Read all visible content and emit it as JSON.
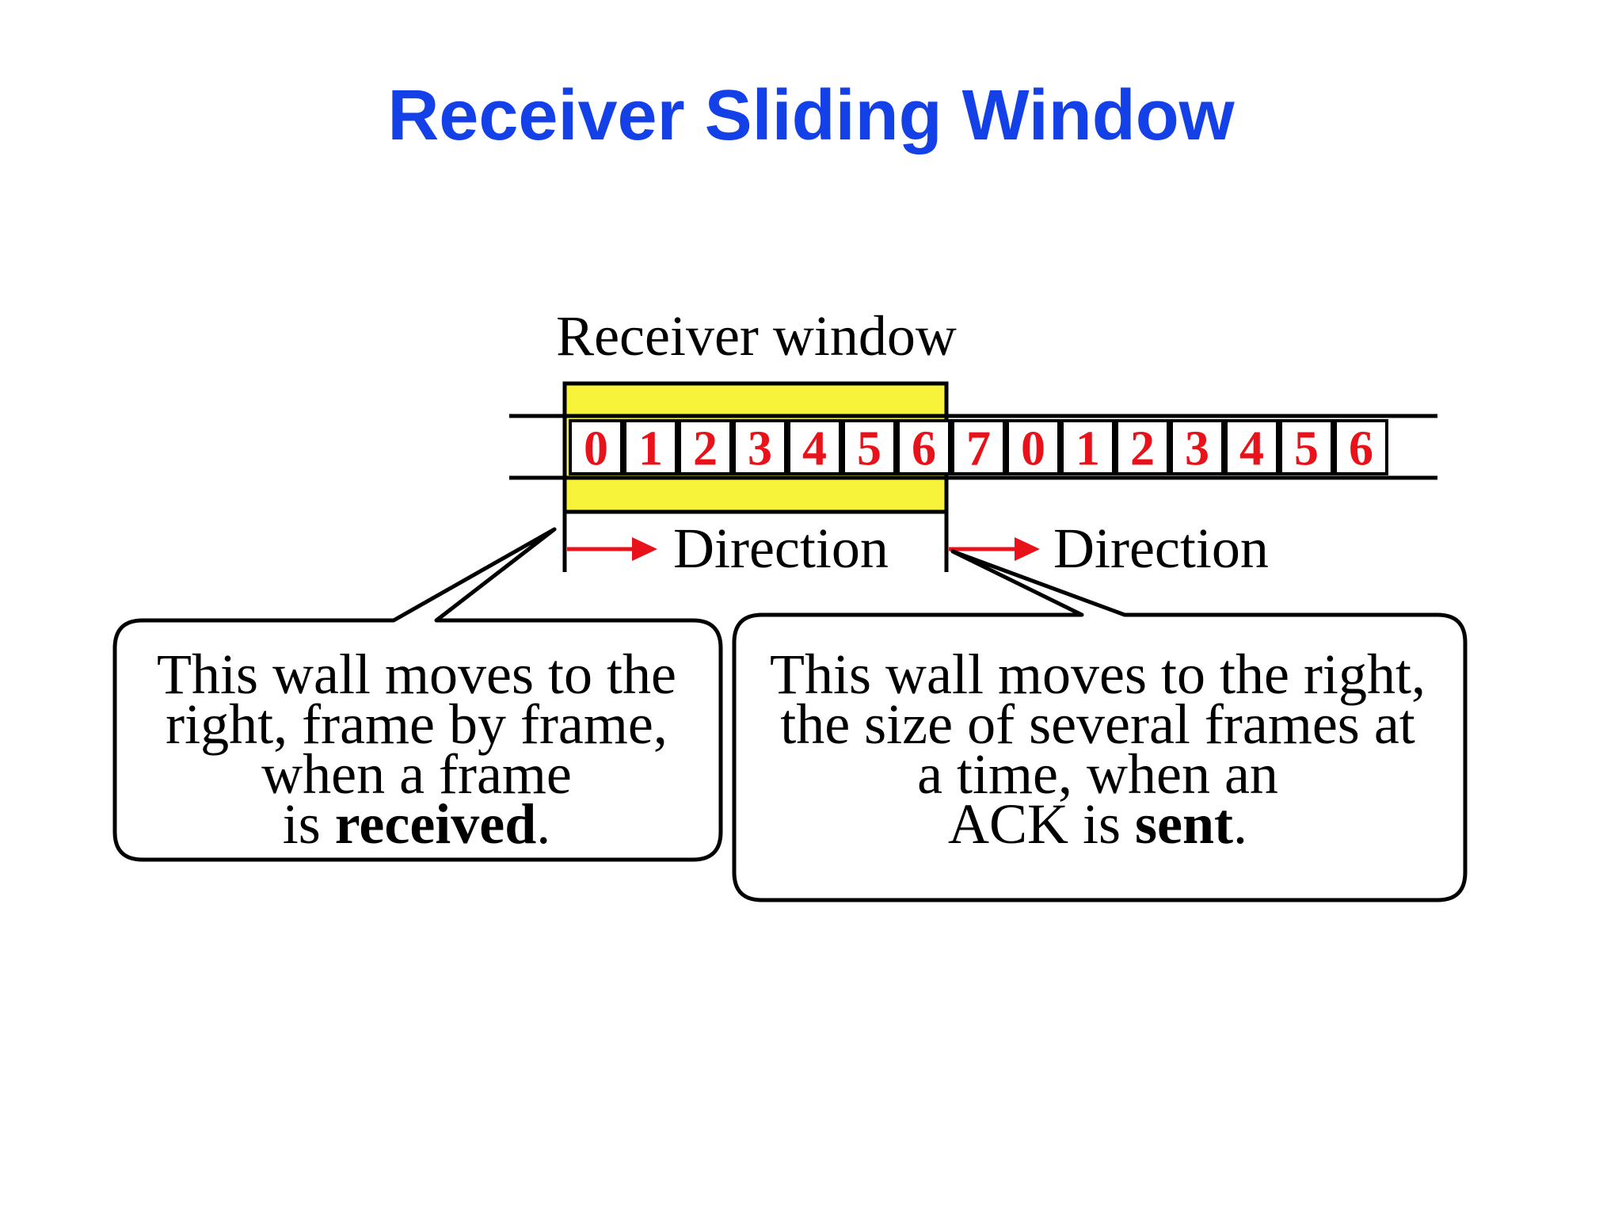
{
  "slide": {
    "title": "Receiver Sliding Window"
  },
  "diagram": {
    "window_label": "Receiver window",
    "sequence": [
      "0",
      "1",
      "2",
      "3",
      "4",
      "5",
      "6",
      "7",
      "0",
      "1",
      "2",
      "3",
      "4",
      "5",
      "6"
    ],
    "window_size": 7,
    "direction_left": "Direction",
    "direction_right": "Direction",
    "callout_left": {
      "line1": "This wall moves to the",
      "line2": "right, frame by frame,",
      "line3": "when a frame",
      "line4_pre": "is ",
      "line4_bold": "received",
      "line4_post": "."
    },
    "callout_right": {
      "line1": "This wall moves to the right,",
      "line2": "the size of several frames at",
      "line3": "a time, when an",
      "line4_pre": "ACK is ",
      "line4_bold": "sent",
      "line4_post": "."
    },
    "colors": {
      "title": "#1440e8",
      "numbers": "#e8121a",
      "window_fill": "#f7f23a",
      "arrow": "#e8121a"
    }
  }
}
